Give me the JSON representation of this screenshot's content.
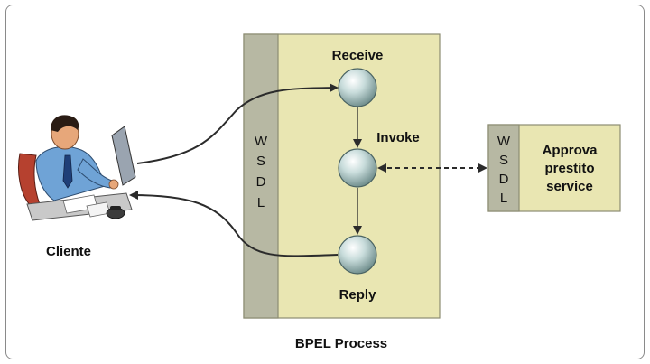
{
  "diagram": {
    "client_label": "Cliente",
    "process_label": "BPEL Process",
    "wsdl_letters": [
      "W",
      "S",
      "D",
      "L"
    ],
    "service_wsdl_letters": [
      "W",
      "S",
      "D",
      "L"
    ],
    "activities": {
      "receive": "Receive",
      "invoke": "Invoke",
      "reply": "Reply"
    },
    "service_lines": [
      "Approva",
      "prestito",
      "service"
    ]
  },
  "colors": {
    "process_fill": "#e9e6b2",
    "wsdl_bar": "#b7b8a3",
    "node_fill": "#bfd4d3",
    "line": "#2b2b2b"
  }
}
